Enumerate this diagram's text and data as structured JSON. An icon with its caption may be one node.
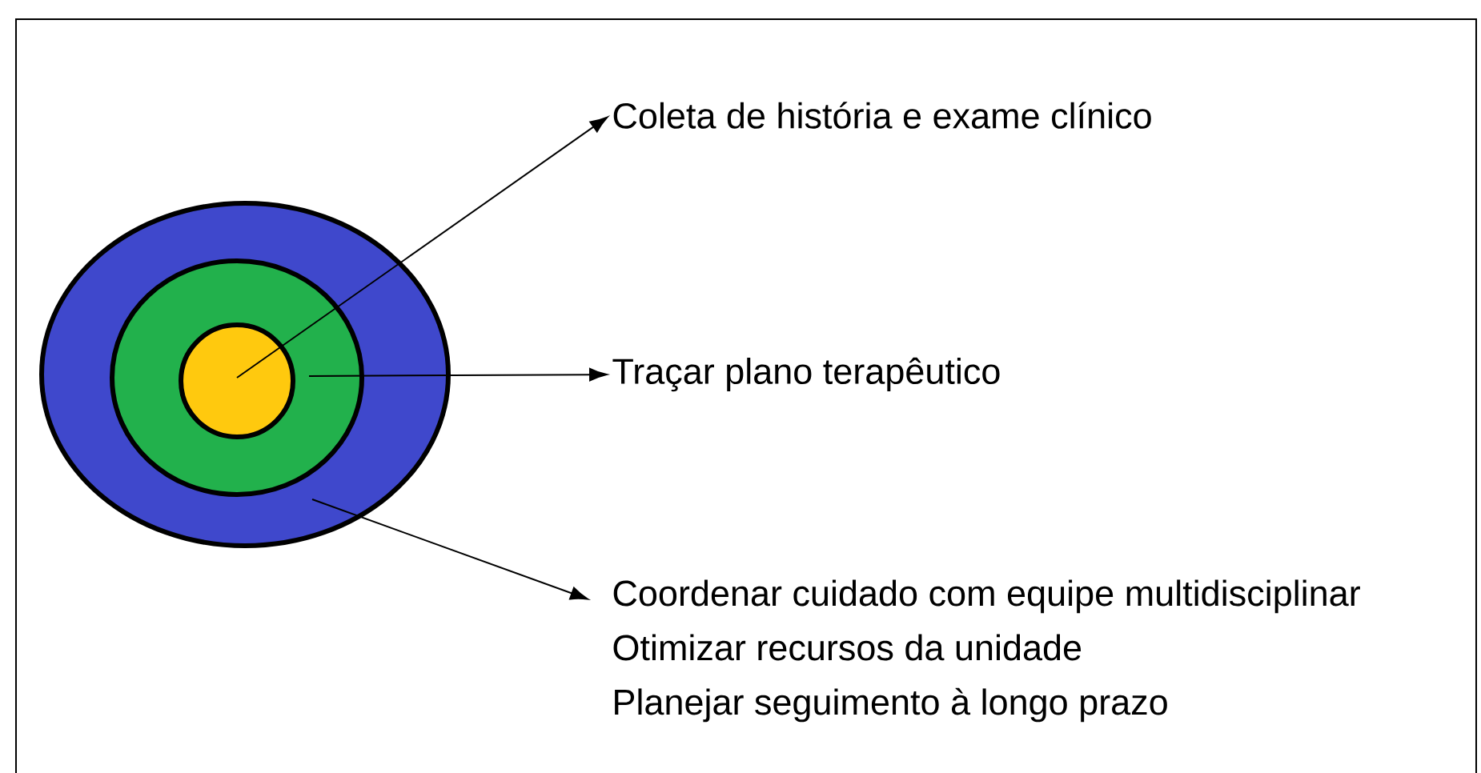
{
  "diagram": {
    "nodes": [
      {
        "text": [],
        "shape": "ellipse"
      },
      {
        "text": [],
        "shape": "ellipse",
        "in": 0
      },
      {
        "text": [],
        "shape": "circle",
        "in": 1
      },
      {
        "text": [
          "Coleta de história e exame clínico"
        ]
      },
      {
        "text": [
          "Traçar plano terapêutico"
        ]
      },
      {
        "text": [
          "Coordenar cuidado com equipe multidisciplinar",
          "Otimizar recursos da unidade",
          "Planejar seguimento à longo prazo"
        ]
      }
    ],
    "edges": [
      {
        "from": 2,
        "to": 3,
        "arrow": "to"
      },
      {
        "from": 2,
        "to": 4,
        "arrow": "to"
      },
      {
        "from": 0,
        "to": 5,
        "arrow": "to"
      }
    ]
  }
}
